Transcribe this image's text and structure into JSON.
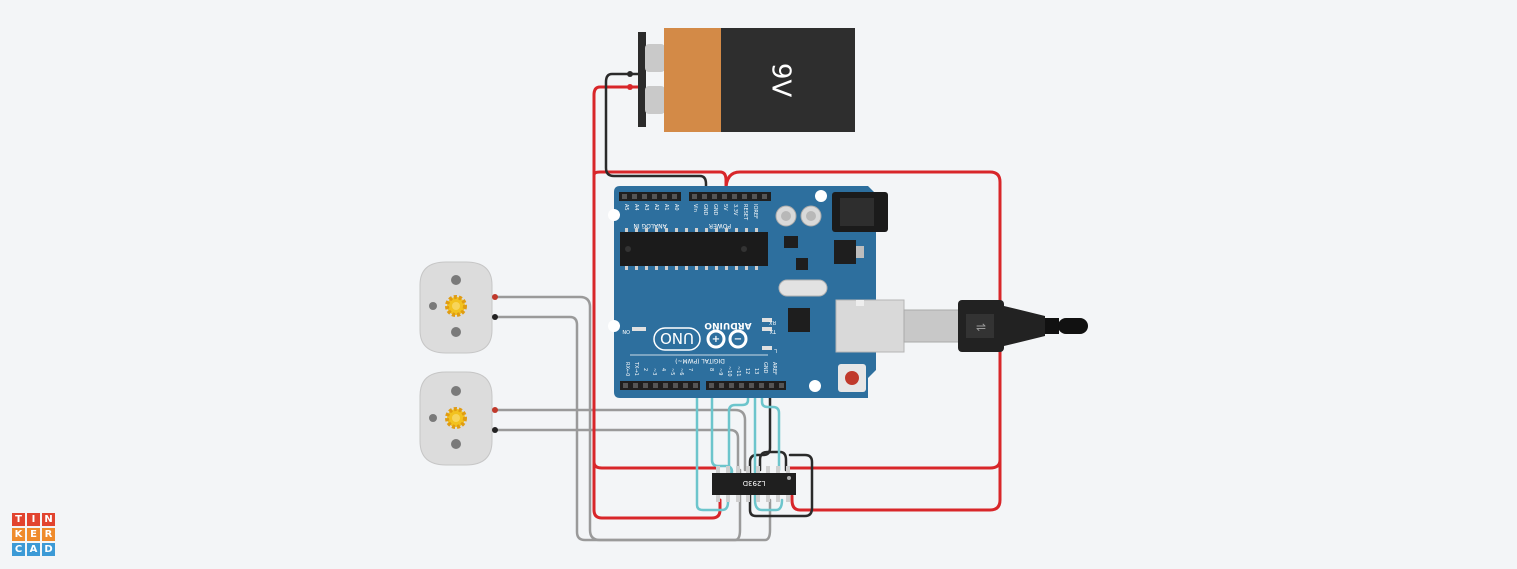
{
  "battery": {
    "label": "9V"
  },
  "arduino": {
    "brand": "ARDUINO",
    "model": "UNO",
    "power_header": "POWER",
    "analog_header": "ANALOG IN",
    "digital_header": "DIGITAL (PWM~)",
    "power_pins": [
      "Vin",
      "GND",
      "GND",
      "5V",
      "3.3V",
      "RESET",
      "IOREF"
    ],
    "analog_pins": [
      "A5",
      "A4",
      "A3",
      "A2",
      "A1",
      "A0"
    ],
    "digital_pins_low": [
      "RX←0",
      "TX→1",
      "2",
      "~3",
      "4",
      "~5",
      "~6",
      "7"
    ],
    "digital_pins_high": [
      "8",
      "~9",
      "~10",
      "~11",
      "12",
      "13",
      "GND",
      "AREF"
    ],
    "led_labels": [
      "TX",
      "RX",
      "L"
    ],
    "on_label": "ON"
  },
  "chip": {
    "label": "L293D"
  },
  "logo": {
    "letters": [
      "T",
      "I",
      "N",
      "K",
      "E",
      "R",
      "C",
      "A",
      "D"
    ],
    "colors": [
      "#e2442f",
      "#e2442f",
      "#e2442f",
      "#ef8b2c",
      "#ef8b2c",
      "#ef8b2c",
      "#3c9ad6",
      "#3c9ad6",
      "#3c9ad6"
    ]
  },
  "colors": {
    "wire_red": "#d8262a",
    "wire_black": "#2a2a2a",
    "wire_gray": "#9a9a9a",
    "wire_cyan": "#6cc5cc",
    "board": "#2d6f9e"
  }
}
